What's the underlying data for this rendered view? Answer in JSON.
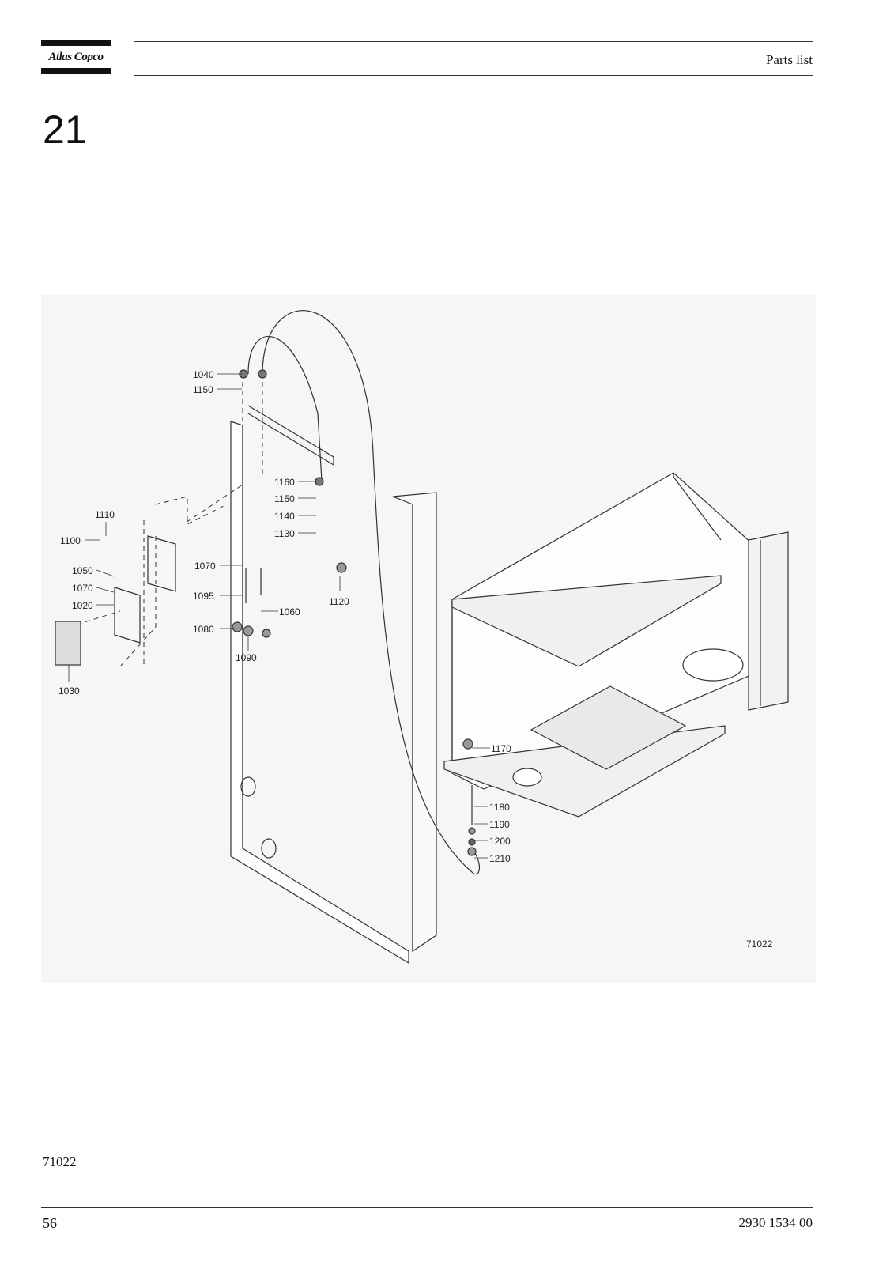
{
  "header": {
    "brand": "Atlas Copco",
    "title": "Parts list"
  },
  "section": {
    "number": "21"
  },
  "figure": {
    "drawing_code": "71022",
    "callouts": {
      "c1040": "1040",
      "c1150a": "1150",
      "c1160": "1160",
      "c1150b": "1150",
      "c1140": "1140",
      "c1130": "1130",
      "c1110": "1110",
      "c1100": "1100",
      "c1050": "1050",
      "c1070a": "1070",
      "c1020": "1020",
      "c1030": "1030",
      "c1070b": "1070",
      "c1095": "1095",
      "c1060": "1060",
      "c1080": "1080",
      "c1090": "1090",
      "c1120": "1120",
      "c1170": "1170",
      "c1180": "1180",
      "c1190": "1190",
      "c1200": "1200",
      "c1210": "1210"
    }
  },
  "footer": {
    "figure_code": "71022",
    "page_number": "56",
    "doc_number": "2930 1534 00"
  }
}
